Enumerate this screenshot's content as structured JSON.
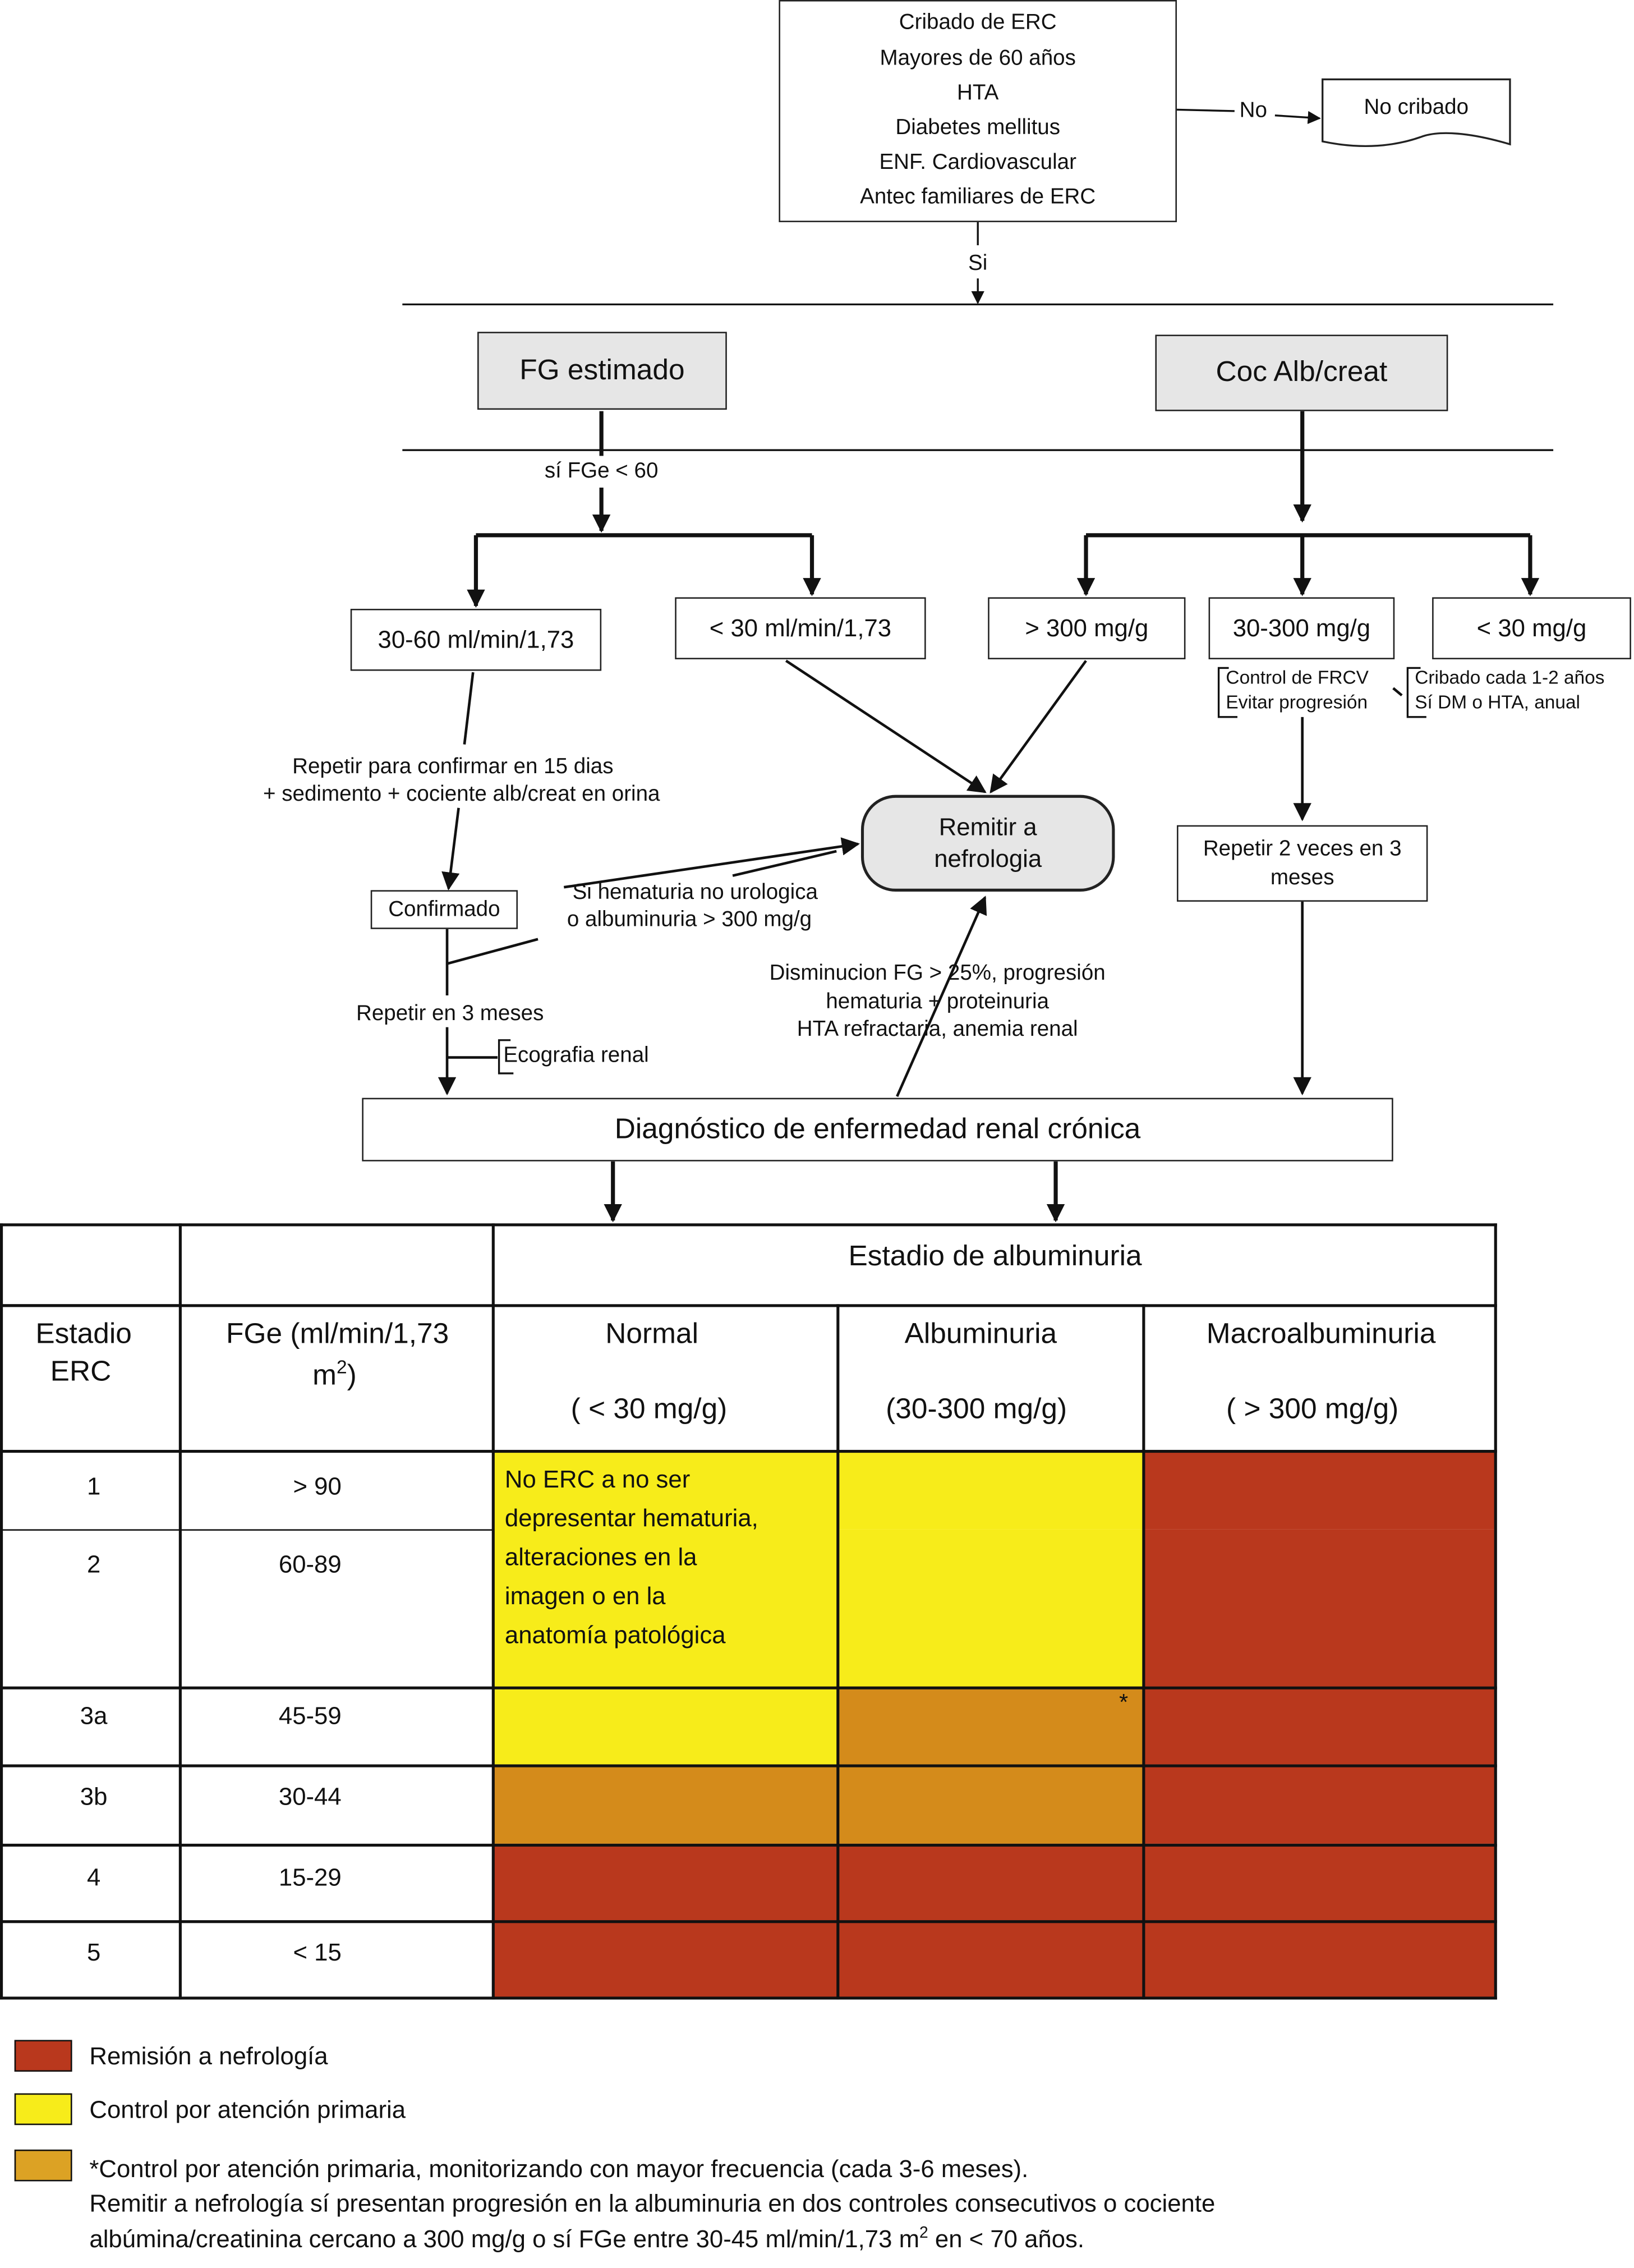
{
  "screening": {
    "lines": [
      "Cribado de ERC",
      "Mayores de 60 años",
      "HTA",
      "Diabetes mellitus",
      "ENF. Cardiovascular",
      "Antec familiares de ERC"
    ],
    "no_label": "No",
    "yes_label": "Si",
    "no_screening": "No cribado"
  },
  "tests": {
    "fg": "FG estimado",
    "alb": "Coc Alb/creat"
  },
  "fg_branch": {
    "condition": "sí FGe < 60",
    "range_30_60": "30-60 ml/min/1,73",
    "range_lt30": "< 30 ml/min/1,73",
    "repeat_confirm": [
      "Repetir para confirmar en 15 dias",
      "+ sedimento + cociente alb/creat en orina"
    ],
    "confirmed": "Confirmado",
    "hematuria": [
      "Si hematuria no urologica",
      "o albuminuria > 300 mg/g"
    ],
    "repeat_3m": "Repetir en 3 meses",
    "echo": "Ecografia renal"
  },
  "alb_branch": {
    "gt300": "> 300 mg/g",
    "r30_300": "30-300 mg/g",
    "lt30": "< 30 mg/g",
    "control": [
      "Control de FRCV",
      "Evitar progresión"
    ],
    "cribado": [
      "Cribado cada 1-2 años",
      "Sí DM o HTA, anual"
    ],
    "repeat2": [
      "Repetir 2 veces en 3",
      "meses"
    ]
  },
  "referral": {
    "nephrology": [
      "Remitir a",
      "nefrologia"
    ],
    "decline": [
      "Disminucion FG > 25%, progresión",
      "hematuria + proteinuria",
      "HTA refractaria, anemia renal"
    ]
  },
  "diagnosis": "Diagnóstico de enfermedad renal crónica",
  "table": {
    "super_header": "Estadio de albuminuria",
    "col_stage": [
      "Estadio",
      "ERC"
    ],
    "col_fge": [
      "FGe (ml/min/1,73",
      "m",
      "2",
      ")"
    ],
    "cols": [
      {
        "name": "Normal",
        "range": "( < 30 mg/g)"
      },
      {
        "name": "Albuminuria",
        "range": "(30-300 mg/g)"
      },
      {
        "name": "Macroalbuminuria",
        "range": "( >  300 mg/g)"
      }
    ],
    "rows": [
      {
        "stage": "1",
        "fge": "> 90"
      },
      {
        "stage": "2",
        "fge": "60-89"
      },
      {
        "stage": "3a",
        "fge": "45-59"
      },
      {
        "stage": "3b",
        "fge": "30-44"
      },
      {
        "stage": "4",
        "fge": "15-29"
      },
      {
        "stage": "5",
        "fge": "< 15"
      }
    ],
    "note_lines": [
      "No ERC a no ser",
      "depresentar hematuria,",
      "alteraciones en la",
      "imagen o en la",
      "anatomía patológica"
    ],
    "asterisk": "*",
    "colors": {
      "red": "#b9381d",
      "yellow": "#f7ec1a",
      "orange": "#d48b1b"
    }
  },
  "legend": [
    {
      "color": "#b9381d",
      "text": "Remisión a nefrología"
    },
    {
      "color": "#f7ec1a",
      "text": "Control por atención primaria"
    },
    {
      "color": "#dca224",
      "lines": [
        "*Control por atención primaria, monitorizando con mayor frecuencia (cada 3-6 meses).",
        "Remitir a nefrología sí presentan progresión en la albuminuria en dos controles consecutivos o cociente"
      ],
      "last_line": [
        "albúmina/creatinina cercano a 300 mg/g  o sí FGe entre 30-45 ml/min/1,73 m",
        "2",
        " en < 70 años."
      ]
    }
  ]
}
